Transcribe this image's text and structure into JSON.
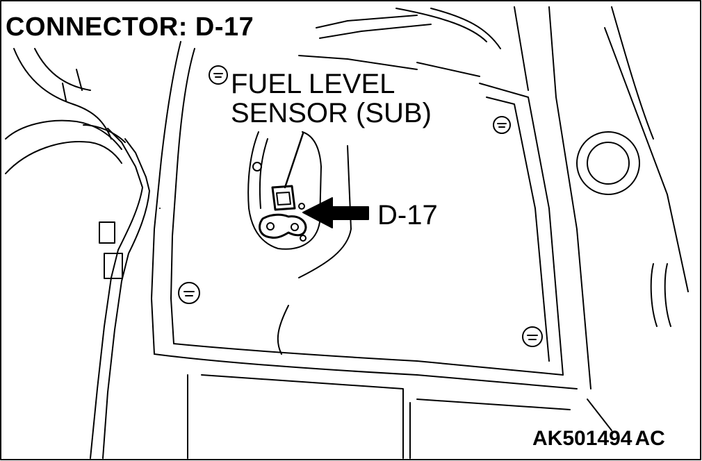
{
  "title": "CONNECTOR: D-17",
  "component_label": {
    "line1": "FUEL LEVEL",
    "line2": "SENSOR (SUB)"
  },
  "connector_callout": "D-17",
  "figure_id": {
    "code": "AK501494",
    "suffix": "AC"
  },
  "colors": {
    "line": "#000000",
    "background": "#ffffff"
  }
}
